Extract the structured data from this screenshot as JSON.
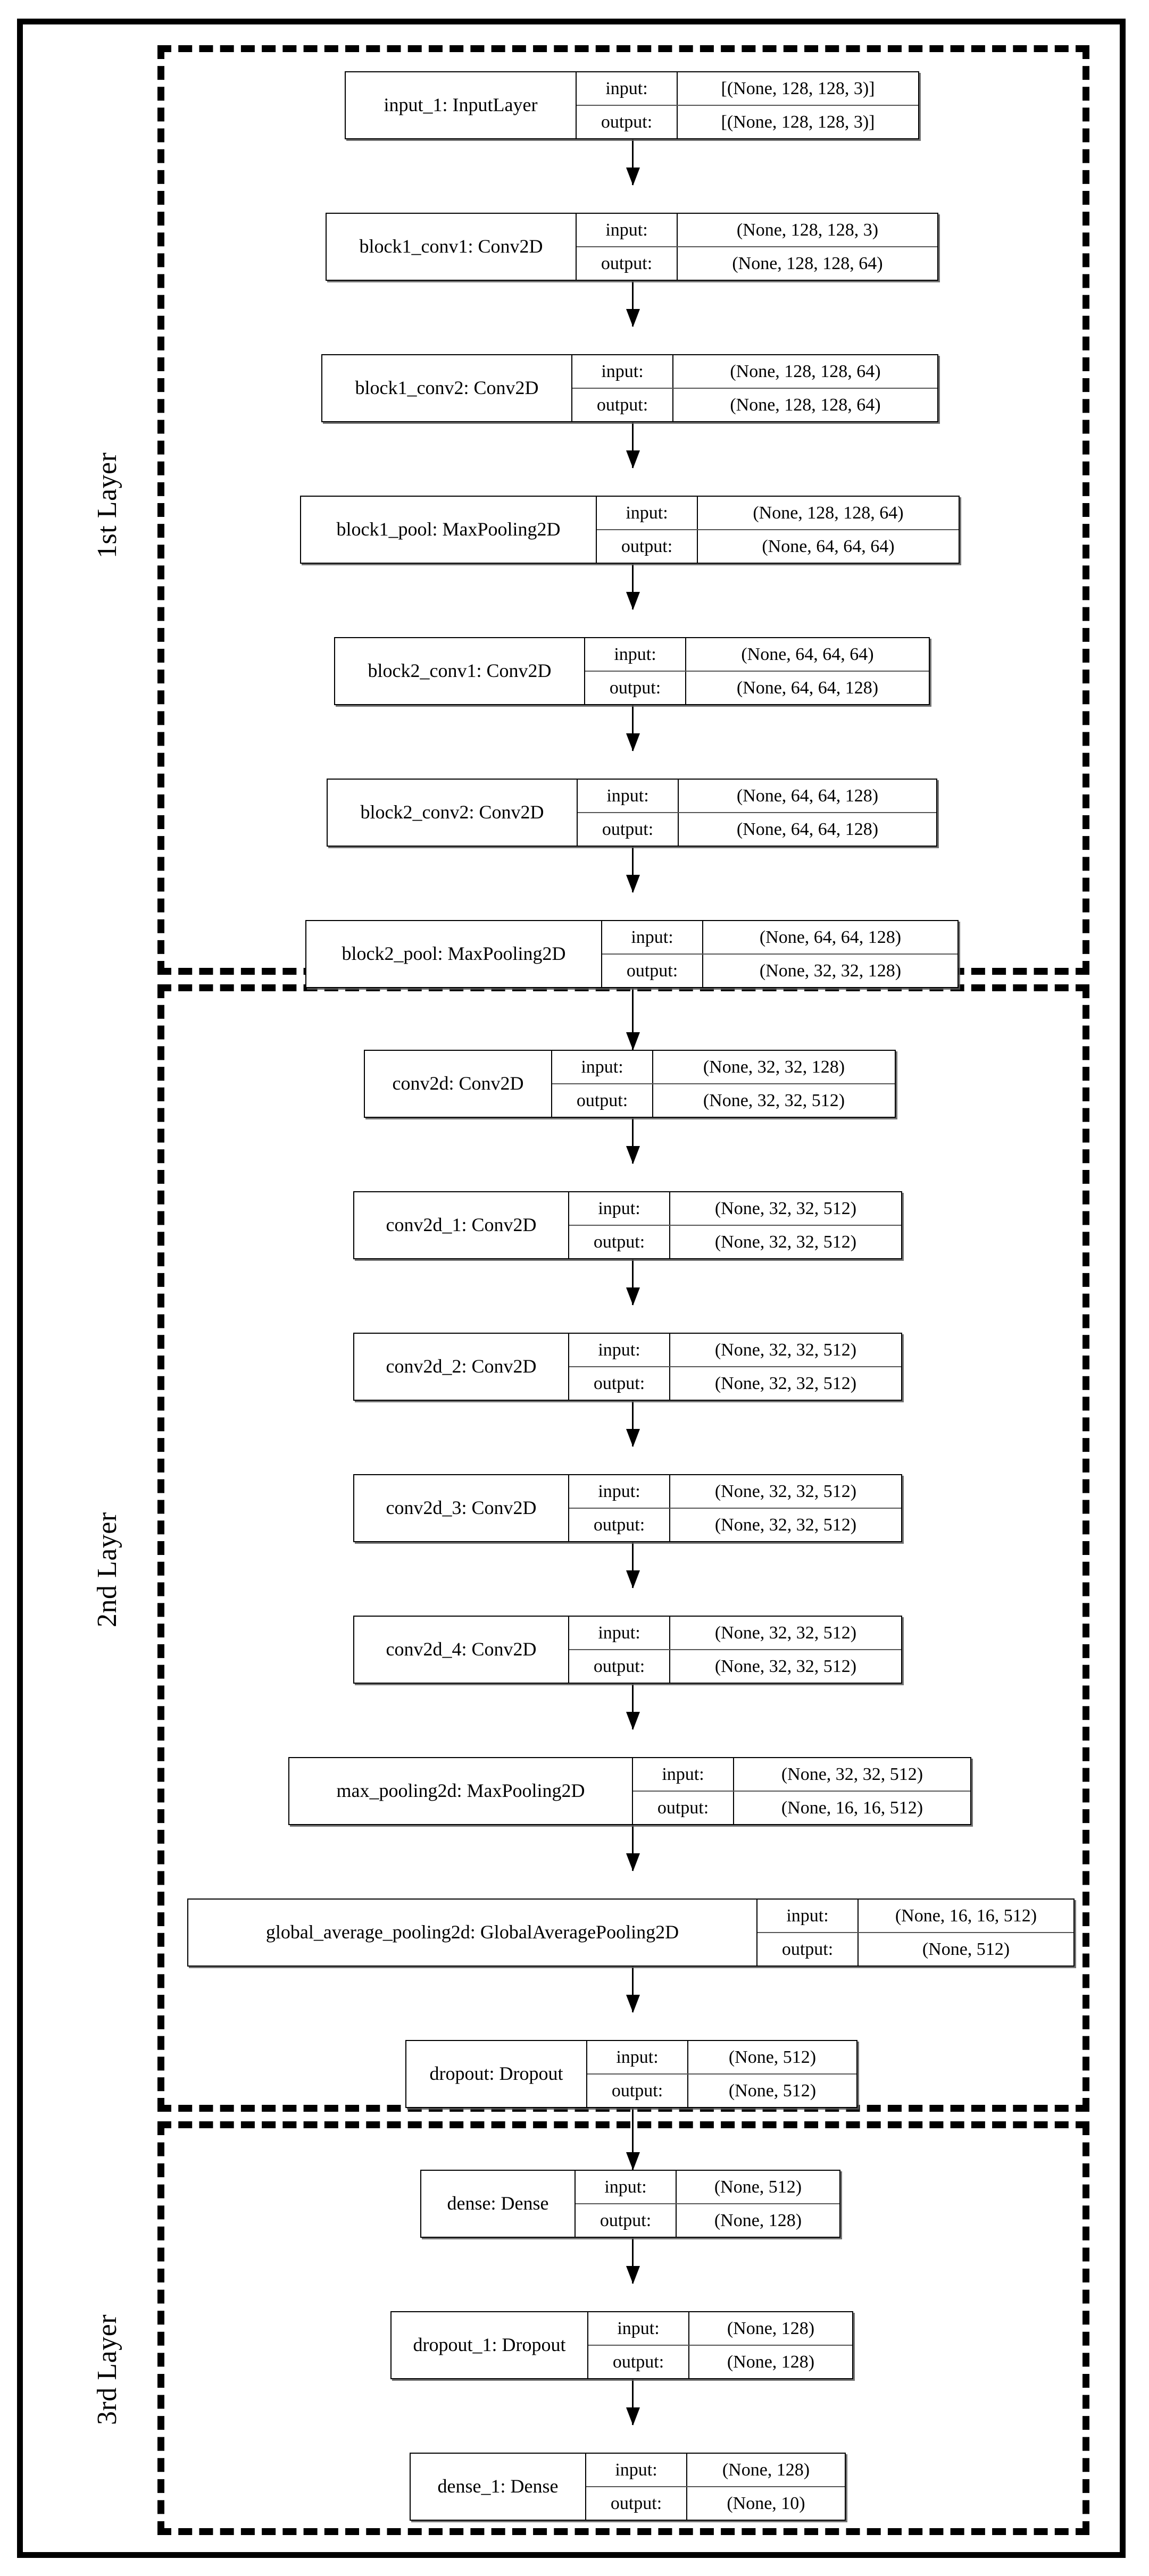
{
  "diagram": {
    "title": "Keras model architecture graph",
    "sections": [
      {
        "id": "section-1",
        "label": "1st Layer"
      },
      {
        "id": "section-2",
        "label": "2nd Layer"
      },
      {
        "id": "section-3",
        "label": "3rd Layer"
      }
    ],
    "io_keys": {
      "input": "input:",
      "output": "output:"
    },
    "nodes": [
      {
        "name": "input_1: InputLayer",
        "input": "[(None, 128, 128, 3)]",
        "output": "[(None, 128, 128, 3)]"
      },
      {
        "name": "block1_conv1: Conv2D",
        "input": "(None, 128, 128, 3)",
        "output": "(None, 128, 128, 64)"
      },
      {
        "name": "block1_conv2: Conv2D",
        "input": "(None, 128, 128, 64)",
        "output": "(None, 128, 128, 64)"
      },
      {
        "name": "block1_pool: MaxPooling2D",
        "input": "(None, 128, 128, 64)",
        "output": "(None, 64, 64, 64)"
      },
      {
        "name": "block2_conv1: Conv2D",
        "input": "(None, 64, 64, 64)",
        "output": "(None, 64, 64, 128)"
      },
      {
        "name": "block2_conv2: Conv2D",
        "input": "(None, 64, 64, 128)",
        "output": "(None, 64, 64, 128)"
      },
      {
        "name": "block2_pool: MaxPooling2D",
        "input": "(None, 64, 64, 128)",
        "output": "(None, 32, 32, 128)"
      },
      {
        "name": "conv2d: Conv2D",
        "input": "(None, 32, 32, 128)",
        "output": "(None, 32, 32, 512)"
      },
      {
        "name": "conv2d_1: Conv2D",
        "input": "(None, 32, 32, 512)",
        "output": "(None, 32, 32, 512)"
      },
      {
        "name": "conv2d_2: Conv2D",
        "input": "(None, 32, 32, 512)",
        "output": "(None, 32, 32, 512)"
      },
      {
        "name": "conv2d_3: Conv2D",
        "input": "(None, 32, 32, 512)",
        "output": "(None, 32, 32, 512)"
      },
      {
        "name": "conv2d_4: Conv2D",
        "input": "(None, 32, 32, 512)",
        "output": "(None, 32, 32, 512)"
      },
      {
        "name": "max_pooling2d: MaxPooling2D",
        "input": "(None, 32, 32, 512)",
        "output": "(None, 16, 16, 512)"
      },
      {
        "name": "global_average_pooling2d: GlobalAveragePooling2D",
        "input": "(None, 16, 16, 512)",
        "output": "(None, 512)"
      },
      {
        "name": "dropout: Dropout",
        "input": "(None, 512)",
        "output": "(None, 512)"
      },
      {
        "name": "dense: Dense",
        "input": "(None, 512)",
        "output": "(None, 128)"
      },
      {
        "name": "dropout_1: Dropout",
        "input": "(None, 128)",
        "output": "(None, 128)"
      },
      {
        "name": "dense_1: Dense",
        "input": "(None, 128)",
        "output": "(None, 10)"
      }
    ]
  }
}
